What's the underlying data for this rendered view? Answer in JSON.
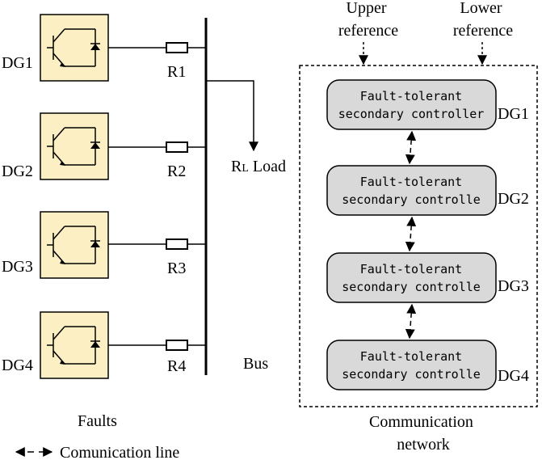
{
  "dg_units": [
    {
      "label": "DG1",
      "resistor": "R1"
    },
    {
      "label": "DG2",
      "resistor": "R2"
    },
    {
      "label": "DG3",
      "resistor": "R3"
    },
    {
      "label": "DG4",
      "resistor": "R4"
    }
  ],
  "load": {
    "prefix": "R",
    "subscript": "L",
    "suffix": " Load"
  },
  "bus_label": "Bus",
  "faults_label": "Faults",
  "legend": {
    "label": "Comunication line"
  },
  "network": {
    "upper_reference": [
      "Upper",
      "reference"
    ],
    "lower_reference": [
      "Lower",
      "reference"
    ],
    "title": [
      "Communication",
      "network"
    ],
    "controllers": [
      {
        "line1": "Fault-tolerant",
        "line2": "secondary controller",
        "dg": "DG1"
      },
      {
        "line1": "Fault-tolerant",
        "line2": "secondary controlle",
        "dg": "DG2"
      },
      {
        "line1": "Fault-tolerant",
        "line2": "secondary controlle",
        "dg": "DG3"
      },
      {
        "line1": "Fault-tolerant",
        "line2": "secondary controlle",
        "dg": "DG4"
      }
    ]
  }
}
